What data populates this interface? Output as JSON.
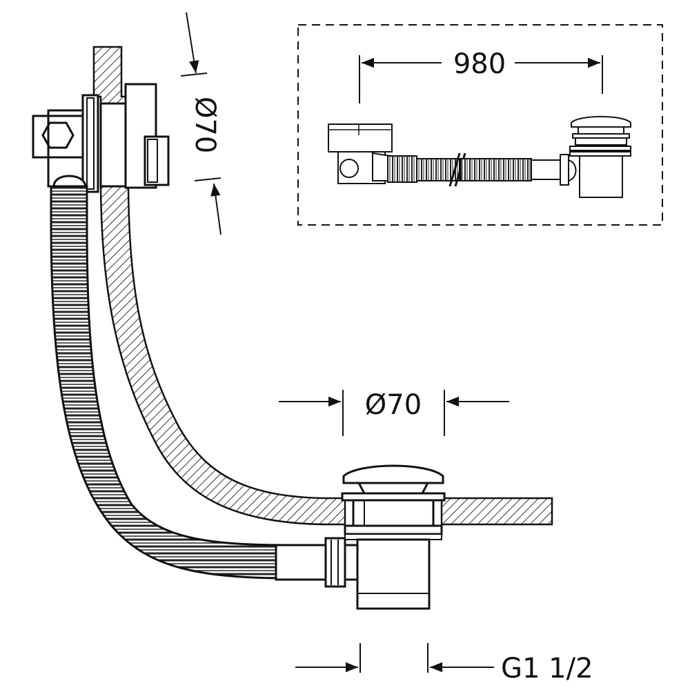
{
  "dimensions": {
    "overflow_diameter": "Ø70",
    "waste_diameter": "Ø70",
    "overall_length": "980",
    "thread": "G1 1/2"
  },
  "colors": {
    "line": "#111111",
    "hatch": "#333333",
    "background": "#ffffff"
  }
}
